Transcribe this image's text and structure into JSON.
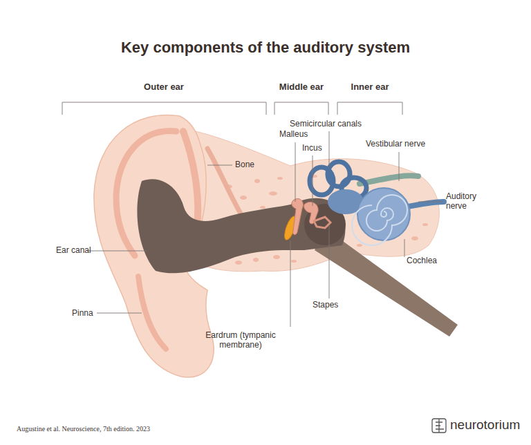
{
  "diagram": {
    "title": "Key components of the auditory system",
    "labels": [
      "Outer ear",
      "Middle ear",
      "Inner ear",
      "Semicircular canals",
      "Malleus",
      "Incus",
      "Vestibular nerve",
      "Bone",
      "Auditory nerve",
      "Ear canal",
      "Cochlea",
      "Pinna",
      "Stapes",
      "Eardrum (tympanic membrane)",
      "Augustine et al. Neuroscience, 7th edition. 2023",
      "neurotorium"
    ]
  }
}
